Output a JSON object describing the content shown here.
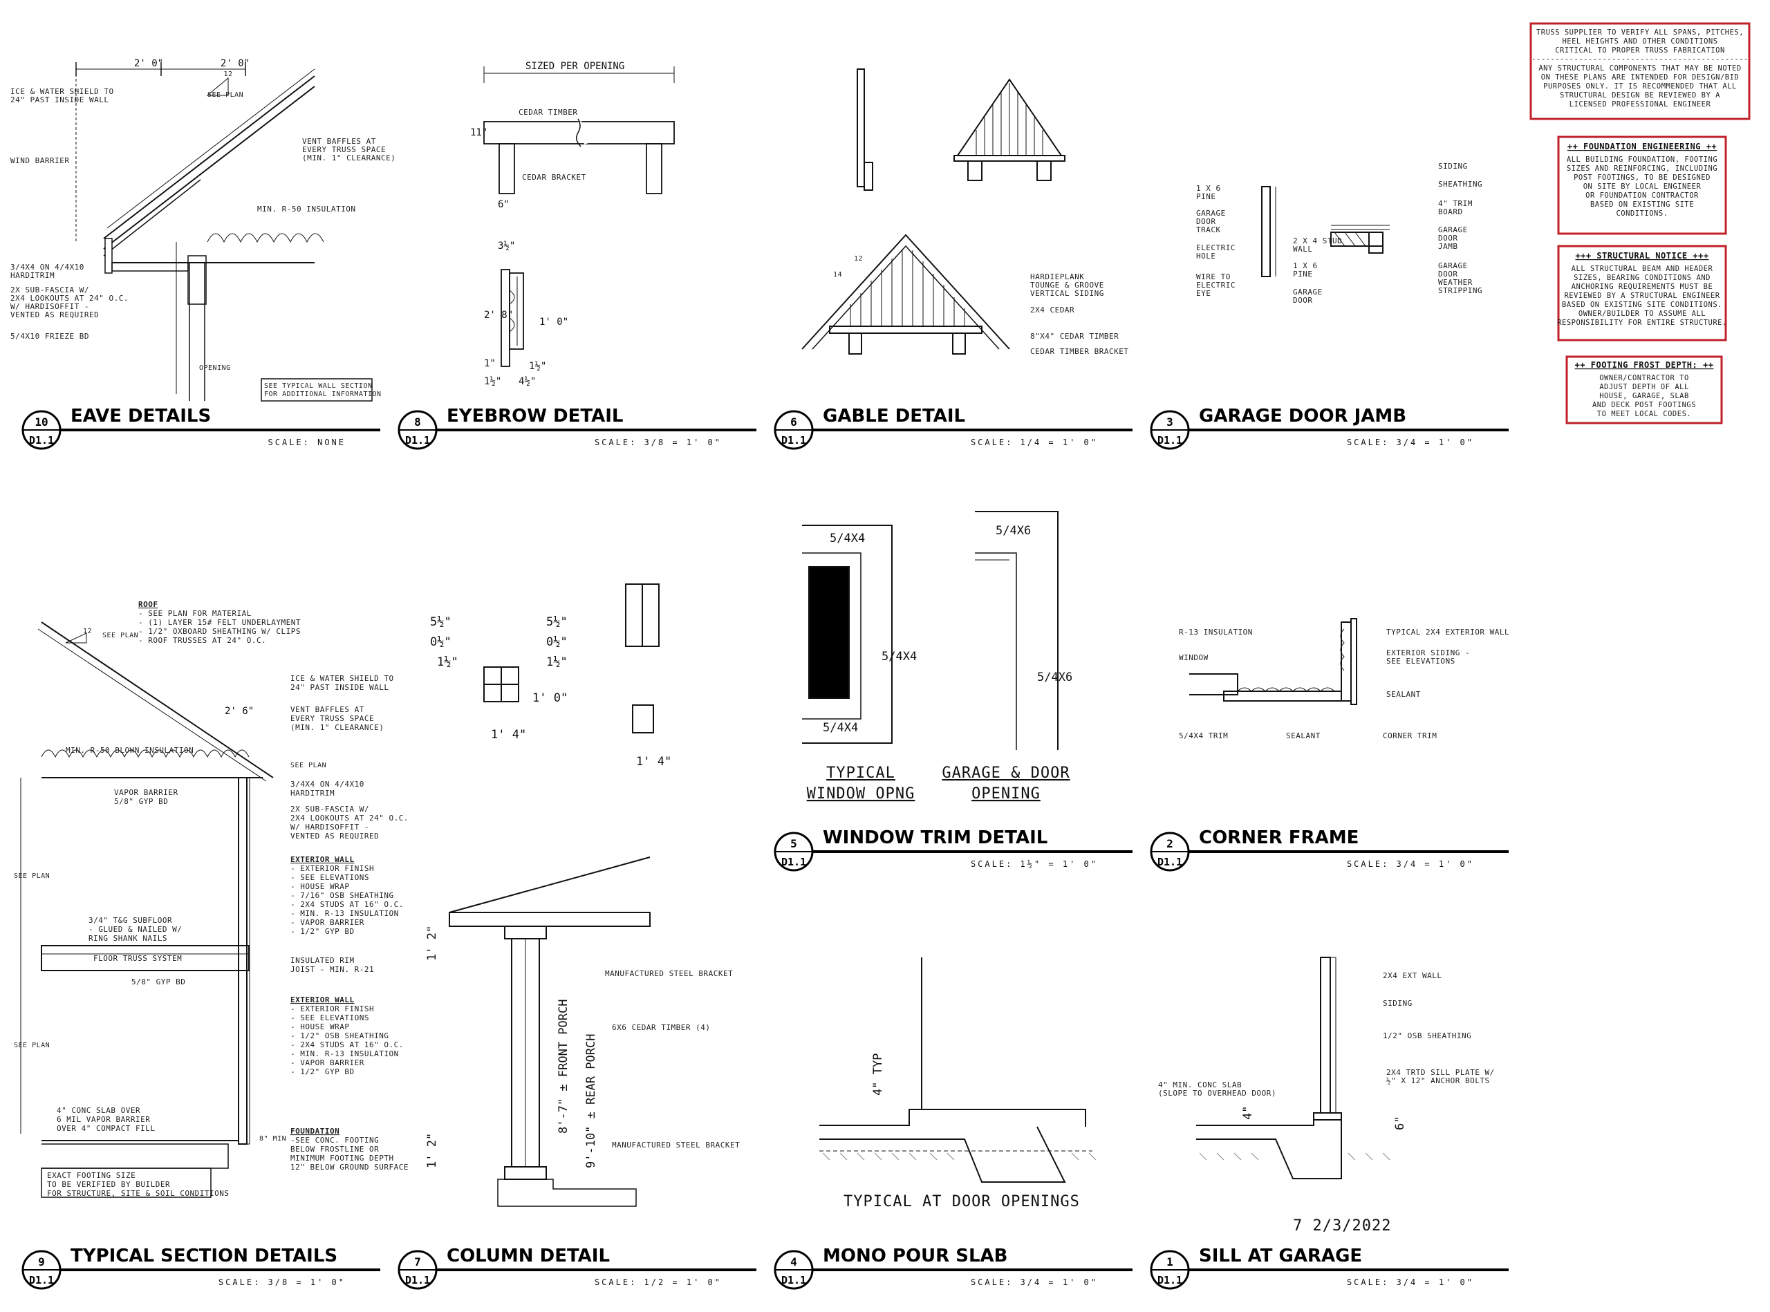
{
  "details": [
    {
      "num": "10",
      "sheet": "D1.1",
      "title": "EAVE DETAILS",
      "scale": "SCALE: NONE"
    },
    {
      "num": "8",
      "sheet": "D1.1",
      "title": "EYEBROW DETAIL",
      "scale": "SCALE: 3/8 = 1' 0\""
    },
    {
      "num": "6",
      "sheet": "D1.1",
      "title": "GABLE DETAIL",
      "scale": "SCALE: 1/4 = 1' 0\""
    },
    {
      "num": "3",
      "sheet": "D1.1",
      "title": "GARAGE DOOR JAMB",
      "scale": "SCALE: 3/4 = 1' 0\""
    },
    {
      "num": "5",
      "sheet": "D1.1",
      "title": "WINDOW TRIM DETAIL",
      "scale": "SCALE: 1½\" = 1' 0\""
    },
    {
      "num": "2",
      "sheet": "D1.1",
      "title": "CORNER FRAME",
      "scale": "SCALE: 3/4 = 1' 0\""
    },
    {
      "num": "9",
      "sheet": "D1.1",
      "title": "TYPICAL SECTION DETAILS",
      "scale": "SCALE: 3/8 = 1' 0\""
    },
    {
      "num": "7",
      "sheet": "D1.1",
      "title": "COLUMN DETAIL",
      "scale": "SCALE: 1/2 = 1' 0\""
    },
    {
      "num": "4",
      "sheet": "D1.1",
      "title": "MONO POUR SLAB",
      "scale": "SCALE: 3/4 = 1' 0\""
    },
    {
      "num": "1",
      "sheet": "D1.1",
      "title": "SILL AT GARAGE",
      "scale": "SCALE: 3/4 = 1' 0\""
    }
  ],
  "notes_boxes": [
    {
      "title": "",
      "color": "#c0202a",
      "lines": [
        "TRUSS SUPPLIER TO VERIFY ALL SPANS, PITCHES,",
        "HEEL HEIGHTS AND OTHER CONDITIONS",
        "CRITICAL TO PROPER TRUSS FABRICATION",
        "----------------------------------------------",
        "ANY STRUCTURAL COMPONENTS THAT MAY BE NOTED",
        "ON THESE PLANS ARE INTENDED FOR DESIGN/BID",
        "PURPOSES ONLY. IT IS RECOMMENDED THAT ALL",
        "STRUCTURAL DESIGN BE REVIEWED BY A",
        "LICENSED PROFESSIONAL ENGINEER"
      ]
    },
    {
      "title": "++ FOUNDATION ENGINEERING ++",
      "color": "#c0202a",
      "lines": [
        "ALL BUILDING FOUNDATION, FOOTING",
        "SIZES AND REINFORCING, INCLUDING",
        "POST FOOTINGS, TO BE DESIGNED",
        "ON SITE BY LOCAL ENGINEER",
        "OR FOUNDATION CONTRACTOR",
        "BASED ON EXISTING SITE",
        "CONDITIONS."
      ]
    },
    {
      "title": "+++ STRUCTURAL NOTICE +++",
      "color": "#c0202a",
      "lines": [
        "ALL STRUCTURAL BEAM AND HEADER",
        "SIZES, BEARING CONDITIONS AND",
        "ANCHORING REQUIREMENTS MUST BE",
        "REVIEWED BY A STRUCTURAL ENGINEER",
        "BASED ON EXISTING SITE CONDITIONS.",
        "OWNER/BUILDER TO ASSUME ALL",
        "RESPONSIBILITY FOR ENTIRE STRUCTURE."
      ]
    },
    {
      "title": "++ FOOTING FROST DEPTH: ++",
      "color": "#c0202a",
      "lines": [
        "OWNER/CONTRACTOR TO",
        "ADJUST DEPTH OF ALL",
        "HOUSE, GARAGE, SLAB",
        "AND DECK POST FOOTINGS",
        "TO MEET LOCAL CODES."
      ]
    }
  ],
  "eave": {
    "dims": [
      "2' 0\"",
      "2' 0\"",
      "12"
    ],
    "labels": [
      "ICE & WATER SHIELD TO",
      "24\" PAST INSIDE WALL",
      "WIND BARRIER",
      "3/4X4 ON 4/4X10",
      "HARDITRIM",
      "2X SUB-FASCIA W/",
      "2X4 LOOKOUTS AT 24\" O.C.",
      "W/ HARDISOFFIT -",
      "VENTED AS REQUIRED",
      "5/4X10 FRIEZE BD",
      "VENT BAFFLES AT",
      "EVERY TRUSS SPACE",
      "(MIN. 1\" CLEARANCE)",
      "MIN. R-50 INSULATION",
      "SEE PLAN",
      "SEE TYPICAL WALL SECTION",
      "FOR ADDITIONAL INFORMATION",
      "OPENING"
    ]
  },
  "eyebrow": {
    "labels": [
      "SIZED PER OPENING",
      "CEDAR TIMBER",
      "CEDAR BRACKET",
      "11\"",
      "6\"",
      "3½\"",
      "2' 8\"",
      "1' 0\"",
      "1\"",
      "4½\"",
      "1½\"",
      "1½\""
    ]
  },
  "gable": {
    "labels": [
      "HARDIEPLANK",
      "TOUNGE & GROOVE",
      "VERTICAL SIDING",
      "2X4 CEDAR",
      "8\"X4\" CEDAR TIMBER",
      "CEDAR TIMBER BRACKET",
      "12",
      "14"
    ]
  },
  "jamb": {
    "labels": [
      "1 X 6",
      "PINE",
      "GARAGE",
      "DOOR",
      "TRACK",
      "ELECTRIC",
      "HOLE",
      "WIRE TO",
      "ELECTRIC",
      "EYE",
      "2 X 4 STUD",
      "WALL",
      "1 X 6",
      "PINE",
      "GARAGE",
      "DOOR",
      "SIDING",
      "SHEATHING",
      "4\" TRIM",
      "BOARD",
      "GARAGE",
      "DOOR",
      "JAMB",
      "GARAGE",
      "DOOR",
      "WEATHER",
      "STRIPPING"
    ]
  },
  "window_trim": {
    "labels": [
      "5/4X4",
      "5/4X4",
      "5/4X4",
      "5/4X6",
      "5/4X6"
    ],
    "captions": [
      "TYPICAL",
      "WINDOW OPNG",
      "GARAGE & DOOR",
      "OPENING"
    ]
  },
  "corner": {
    "labels": [
      "R-13 INSULATION",
      "WINDOW",
      "TYPICAL 2X4 EXTERIOR WALL",
      "EXTERIOR SIDING -",
      "SEE ELEVATIONS",
      "SEALANT",
      "5/4X4 TRIM",
      "SEALANT",
      "CORNER TRIM"
    ]
  },
  "section": {
    "roof": [
      "ROOF",
      "- SEE PLAN FOR MATERIAL",
      "- (1) LAYER 15# FELT UNDERLAYMENT",
      "- 1/2\" OXBOARD SHEATHING W/ CLIPS",
      "- ROOF TRUSSES AT 24\" O.C."
    ],
    "ice": [
      "ICE & WATER SHIELD TO",
      "24\" PAST INSIDE WALL"
    ],
    "vent": [
      "VENT BAFFLES AT",
      "EVERY TRUSS SPACE",
      "(MIN. 1\" CLEARANCE)"
    ],
    "insulation": "MIN. R-50 BLOWN INSULATION",
    "vapor": [
      "VAPOR BARRIER",
      "5/8\" GYP BD"
    ],
    "fascia1": [
      "3/4X4 ON 4/4X10",
      "HARDITRIM"
    ],
    "fascia2": [
      "2X SUB-FASCIA W/",
      "2X4 LOOKOUTS AT 24\" O.C.",
      "W/ HARDISOFFIT -",
      "VENTED AS REQUIRED"
    ],
    "ext1": [
      "EXTERIOR WALL",
      "- EXTERIOR FINISH",
      "  - SEE ELEVATIONS",
      "- HOUSE WRAP",
      "- 7/16\" OSB SHEATHING",
      "- 2X4 STUDS AT 16\" O.C.",
      "- MIN. R-13 INSULATION",
      "- VAPOR BARRIER",
      "- 1/2\" GYP BD"
    ],
    "subfloor": [
      "3/4\" T&G SUBFLOOR",
      "- GLUED & NAILED W/",
      "RING SHANK NAILS"
    ],
    "floor_truss": "FLOOR TRUSS SYSTEM",
    "gyp58": "5/8\" GYP BD",
    "rim": [
      "INSULATED RIM",
      "JOIST - MIN. R-21"
    ],
    "ext2": [
      "EXTERIOR WALL",
      "- EXTERIOR FINISH",
      "  - SEE ELEVATIONS",
      "- HOUSE WRAP",
      "- 1/2\" OSB SHEATHING",
      "- 2X4 STUDS AT 16\" O.C.",
      "- MIN. R-13 INSULATION",
      "- VAPOR BARRIER",
      "- 1/2\" GYP BD"
    ],
    "slab": [
      "4\" CONC SLAB OVER",
      "6 MIL VAPOR BARRIER",
      "OVER 4\" COMPACT FILL"
    ],
    "foundation": [
      "FOUNDATION",
      "-SEE CONC. FOOTING",
      "BELOW FROSTLINE OR",
      "MINIMUM FOOTING DEPTH",
      "12\" BELOW GROUND SURFACE"
    ],
    "footing": [
      "EXACT FOOTING SIZE",
      "TO BE VERIFIED BY BUILDER",
      "FOR STRUCTURE, SITE & SOIL CONDITIONS"
    ],
    "dims": [
      "12",
      "SEE PLAN",
      "2' 6\"",
      "SEE PLAN",
      "SEE PLAN",
      "SEE PLAN",
      "8\" MIN"
    ]
  },
  "column": {
    "labels": [
      "5½\"",
      "0½\"",
      "1½\"",
      "5½\"",
      "0½\"",
      "1½\"",
      "1' 0\"",
      "1' 4\"",
      "1' 4\"",
      "1' 2\"",
      "1' 2\"",
      "8'-7\" ± FRONT PORCH",
      "9'-10\" ± REAR PORCH",
      "MANUFACTURED STEEL BRACKET",
      "6X6 CEDAR TIMBER (4)",
      "MANUFACTURED STEEL BRACKET"
    ]
  },
  "mono": {
    "labels": [
      "4\" TYP",
      "TYPICAL AT DOOR OPENINGS"
    ]
  },
  "sill": {
    "labels": [
      "2X4 EXT WALL",
      "SIDING",
      "1/2\" OSB SHEATHING",
      "2X4 TRTD SILL PLATE W/",
      "½\" X 12\" ANCHOR BOLTS",
      "4\" MIN. CONC SLAB",
      "(SLOPE TO OVERHEAD DOOR)",
      "4\"",
      "6\"",
      "7 2/3/2022"
    ]
  }
}
